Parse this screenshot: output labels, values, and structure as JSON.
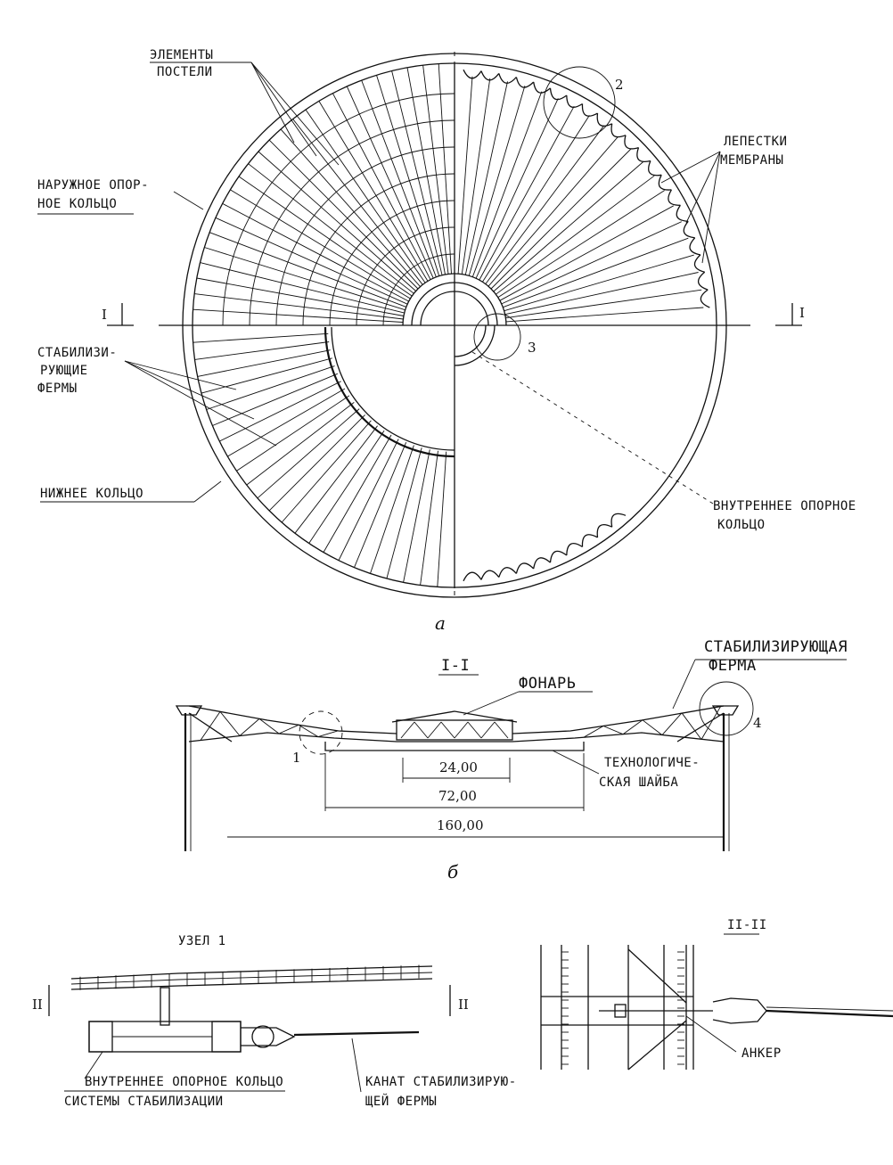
{
  "plan": {
    "caption": "а",
    "labels": {
      "bed_elements_1": "ЭЛЕМЕНТЫ",
      "bed_elements_2": "ПОСТЕЛИ",
      "outer_ring_1": "НАРУЖНОЕ ОПОР-",
      "outer_ring_2": "НОЕ КОЛЬЦО",
      "stab_trusses_1": "СТАБИЛИЗИ-",
      "stab_trusses_2": "РУЮЩИЕ",
      "stab_trusses_3": "ФЕРМЫ",
      "lower_ring": "НИЖНЕЕ КОЛЬЦО",
      "petals_1": "ЛЕПЕСТКИ",
      "petals_2": "МЕМБРАНЫ",
      "inner_ring_1": "ВНУТРЕННЕЕ ОПОРНОЕ",
      "inner_ring_2": "КОЛЬЦО",
      "node_2": "2",
      "node_3": "3",
      "section_left": "I",
      "section_right": "I"
    }
  },
  "section": {
    "title": "I-I",
    "caption": "б",
    "labels": {
      "lantern": "ФОНАРЬ",
      "stab_truss_1": "СТАБИЛИЗИРУЮЩАЯ",
      "stab_truss_2": "ФЕРМА",
      "tech_washer_1": "ТЕХНОЛОГИЧЕ-",
      "tech_washer_2": "СКАЯ ШАЙБА",
      "node_1": "1",
      "node_4": "4"
    },
    "dimensions": [
      "24,00",
      "72,00",
      "160,00"
    ]
  },
  "node1": {
    "title": "УЗЕЛ 1",
    "labels": {
      "inner_ring_1": "ВНУТРЕННЕЕ ОПОРНОЕ КОЛЬЦО",
      "inner_ring_2": "СИСТЕМЫ СТАБИЛИЗАЦИИ",
      "cable_1": "КАНАТ СТАБИЛИЗИРУЮ-",
      "cable_2": "ЩЕЙ ФЕРМЫ",
      "section_left": "II",
      "section_right": "II"
    }
  },
  "section2": {
    "title": "II-II",
    "labels": {
      "anchor": "АНКЕР"
    }
  }
}
